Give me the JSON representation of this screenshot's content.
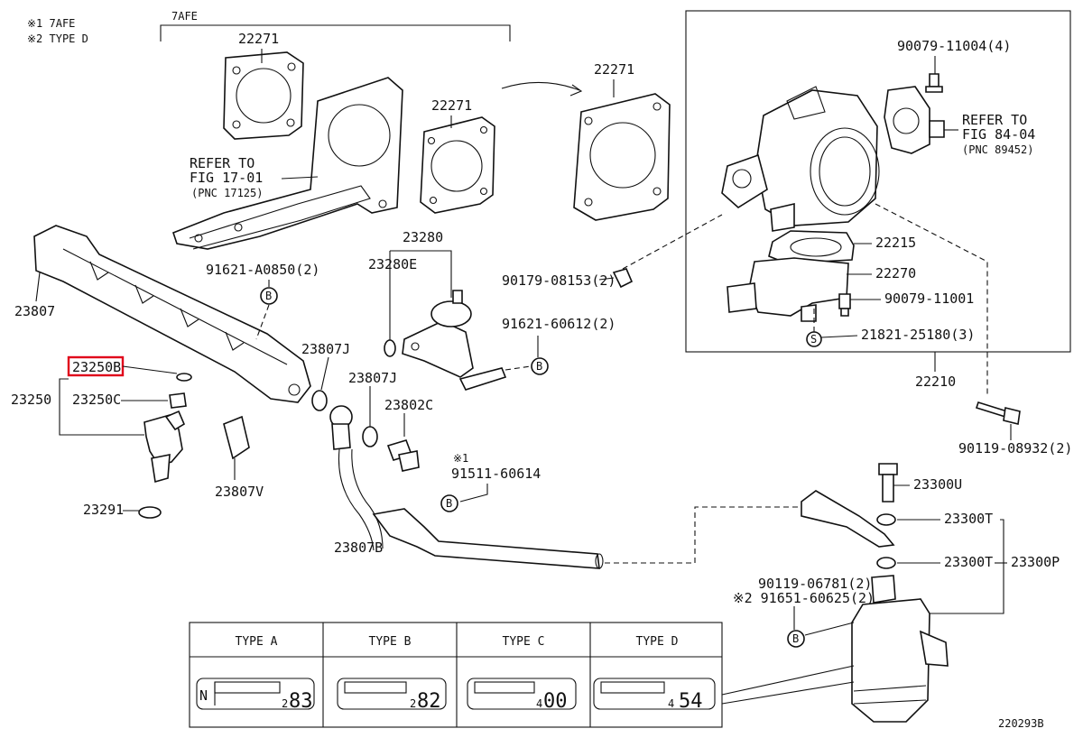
{
  "notes": {
    "note1": "※1 7AFE",
    "note2": "※2 TYPE D"
  },
  "group_7afe_label": "7AFE",
  "labels": {
    "g22271_a": "22271",
    "g22271_b": "22271",
    "g22271_c": "22271",
    "refer1_l1": "REFER TO",
    "refer1_l2": "FIG 17-01",
    "refer1_l3": "(PNC 17125)",
    "refer2_l1": "REFER TO",
    "refer2_l2": "FIG 84-04",
    "refer2_l3": "(PNC 89452)",
    "p90079_11004": "90079-11004(4)",
    "p22215": "22215",
    "p22270": "22270",
    "p90079_11001": "90079-11001",
    "p21821": "21821-25180(3)",
    "p22210": "22210",
    "p90119_08932": "90119-08932(2)",
    "p90179": "90179-08153(2)",
    "p23280": "23280",
    "p23280e": "23280E",
    "p91621_60612": "91621-60612(2)",
    "p91621_a0850": "91621-A0850(2)",
    "p23807": "23807",
    "p23250b": "23250B",
    "p23250": "23250",
    "p23250c": "23250C",
    "p23291": "23291",
    "p23807v": "23807V",
    "p23807j_a": "23807J",
    "p23807j_b": "23807J",
    "p23802c": "23802C",
    "p23807b": "23807B",
    "star1": "※1",
    "p91511": "91511-60614",
    "p23300u": "23300U",
    "p23300t_a": "23300T",
    "p23300t_b": "23300T",
    "p23300p": "23300P",
    "p90119_06781": "90119-06781(2)",
    "p91651": "※2 91651-60625(2)",
    "b_marker": "B"
  },
  "types": [
    {
      "header": "TYPE A",
      "prefix": "N",
      "code_small": "2",
      "code_big": "83"
    },
    {
      "header": "TYPE B",
      "prefix": "",
      "code_small": "2",
      "code_big": "82"
    },
    {
      "header": "TYPE C",
      "prefix": "",
      "code_small": "4",
      "code_big": "00"
    },
    {
      "header": "TYPE D",
      "prefix": "",
      "code_small": "4",
      "code_big": "54"
    }
  ],
  "figure_id": "220293B",
  "highlight_part": "23250B",
  "colors": {
    "highlight": "#e0001a",
    "ink": "#111111",
    "background": "#ffffff"
  }
}
